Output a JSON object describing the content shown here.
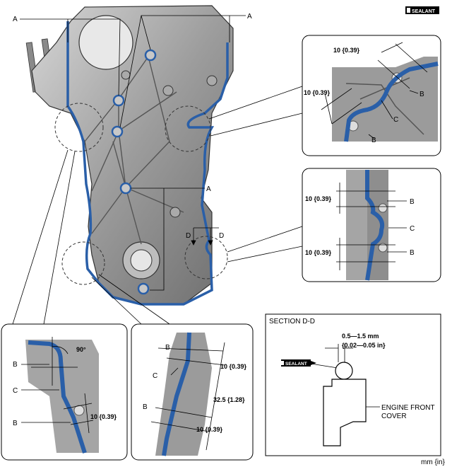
{
  "brand": {
    "sealant_badge": "SEALANT"
  },
  "labels": {
    "a": "A",
    "b": "B",
    "c": "C",
    "d": "D"
  },
  "dimensions": {
    "ten": "10 {0.39}",
    "angle": "90°",
    "thirty_two": "32.5 {1.28}",
    "gap": "0.5—1.5 mm",
    "gap_in": "{0.02—0.05 in}"
  },
  "section": {
    "title": "SECTION D-D",
    "part_line1": "ENGINE FRONT",
    "part_line2": "COVER"
  },
  "units": "mm {in}",
  "colors": {
    "bead": "#2a5fa8",
    "cover": "#a9a9a9"
  }
}
